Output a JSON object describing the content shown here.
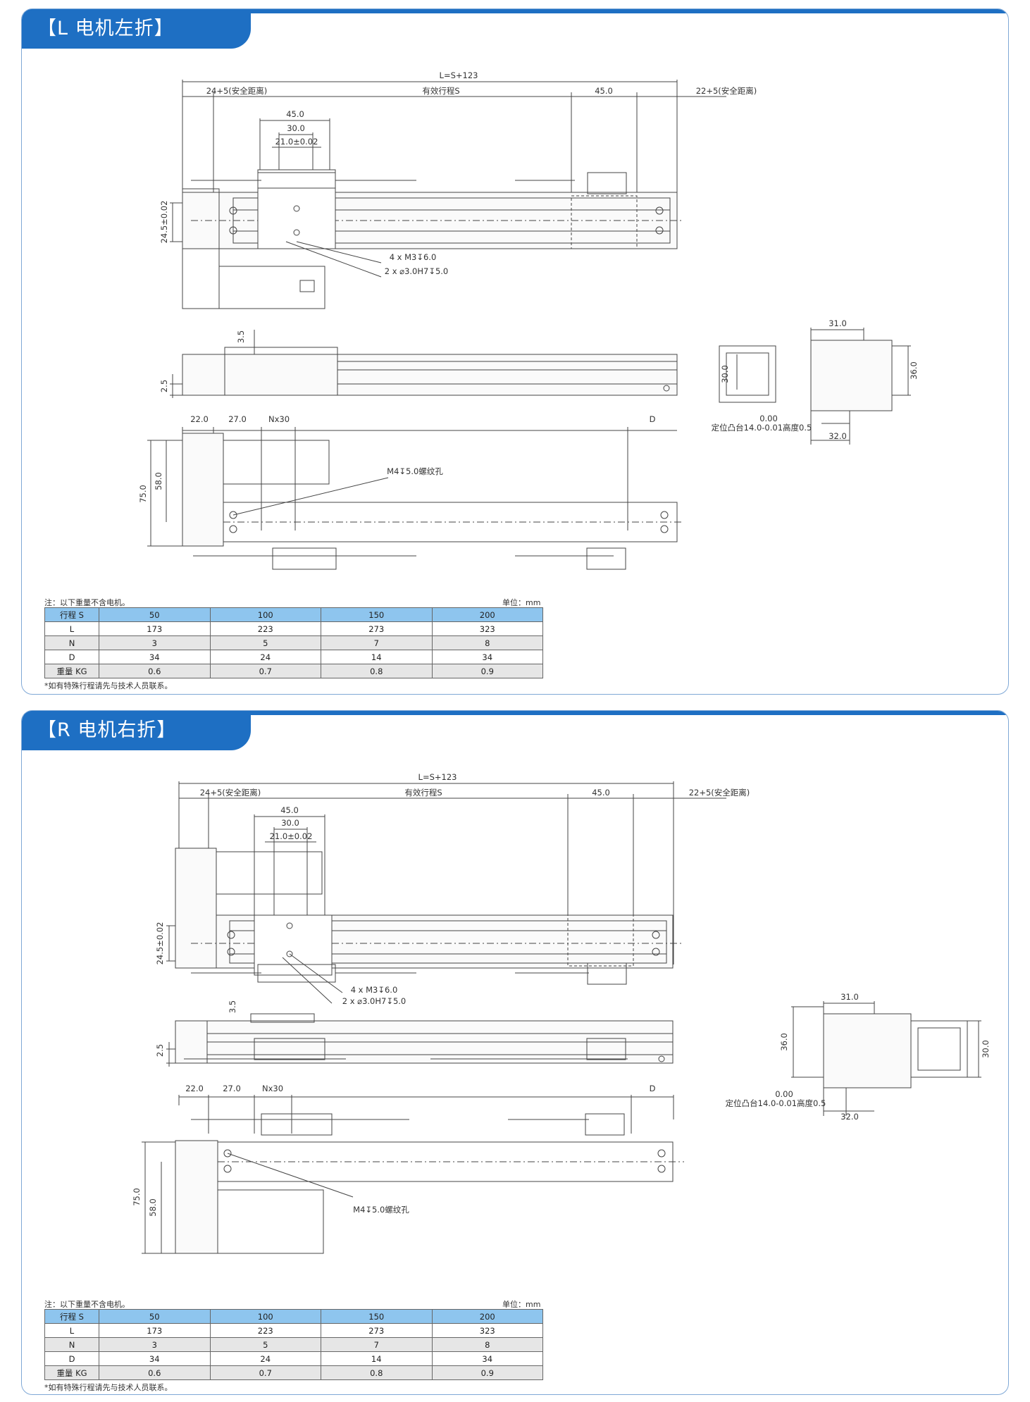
{
  "sections": [
    {
      "title": "【L 电机左折】",
      "dims": {
        "overall": "L=S+123",
        "left_safety": "24+5(安全距离)",
        "stroke": "有效行程S",
        "right_block": "45.0",
        "right_safety": "22+5(安全距离)",
        "slider_45": "45.0",
        "slider_30": "30.0",
        "slider_21": "21.0±0.02",
        "height_24_5": "24.5±0.02",
        "screw_note": "4 x M3↧6.0",
        "pin_note": "2 x ⌀3.0H7↧5.0",
        "d_3_5": "3.5",
        "d_2_5": "2.5",
        "d_22": "22.0",
        "d_27": "27.0",
        "d_nx30": "Nx30",
        "d_D": "D",
        "d_75": "75.0",
        "d_58": "58.0",
        "tap_note": "M4↧5.0螺纹孔",
        "end_31": "31.0",
        "end_30": "30.0",
        "end_36": "36.0",
        "end_000": "0.00",
        "end_boss": "定位凸台14.0-0.01高度0.5",
        "end_32": "32.0"
      },
      "note_left": "注：以下重量不含电机。",
      "note_unit": "单位：mm",
      "table": {
        "header": [
          "行程 S",
          "50",
          "100",
          "150",
          "200"
        ],
        "rows": [
          [
            "L",
            "173",
            "223",
            "273",
            "323"
          ],
          [
            "N",
            "3",
            "5",
            "7",
            "8"
          ],
          [
            "D",
            "34",
            "24",
            "14",
            "34"
          ],
          [
            "重量 KG",
            "0.6",
            "0.7",
            "0.8",
            "0.9"
          ]
        ]
      },
      "footnote": "*如有特殊行程请先与技术人员联系。"
    },
    {
      "title": "【R 电机右折】",
      "dims": {
        "overall": "L=S+123",
        "left_safety": "24+5(安全距离)",
        "stroke": "有效行程S",
        "right_block": "45.0",
        "right_safety": "22+5(安全距离)",
        "slider_45": "45.0",
        "slider_30": "30.0",
        "slider_21": "21.0±0.02",
        "height_24_5": "24.5±0.02",
        "screw_note": "4 x M3↧6.0",
        "pin_note": "2 x ⌀3.0H7↧5.0",
        "d_3_5": "3.5",
        "d_2_5": "2.5",
        "d_22": "22.0",
        "d_27": "27.0",
        "d_nx30": "Nx30",
        "d_D": "D",
        "d_75": "75.0",
        "d_58": "58.0",
        "tap_note": "M4↧5.0螺纹孔",
        "end_31": "31.0",
        "end_30": "30.0",
        "end_36": "36.0",
        "end_000": "0.00",
        "end_boss": "定位凸台14.0-0.01高度0.5",
        "end_32": "32.0"
      },
      "note_left": "注：以下重量不含电机。",
      "note_unit": "单位：mm",
      "table": {
        "header": [
          "行程 S",
          "50",
          "100",
          "150",
          "200"
        ],
        "rows": [
          [
            "L",
            "173",
            "223",
            "273",
            "323"
          ],
          [
            "N",
            "3",
            "5",
            "7",
            "8"
          ],
          [
            "D",
            "34",
            "24",
            "14",
            "34"
          ],
          [
            "重量 KG",
            "0.6",
            "0.7",
            "0.8",
            "0.9"
          ]
        ]
      },
      "footnote": "*如有特殊行程请先与技术人员联系。"
    }
  ],
  "colors": {
    "accent": "#1e6fc3",
    "table_header": "#8ec5ee",
    "table_shade": "#e6e6e6"
  }
}
